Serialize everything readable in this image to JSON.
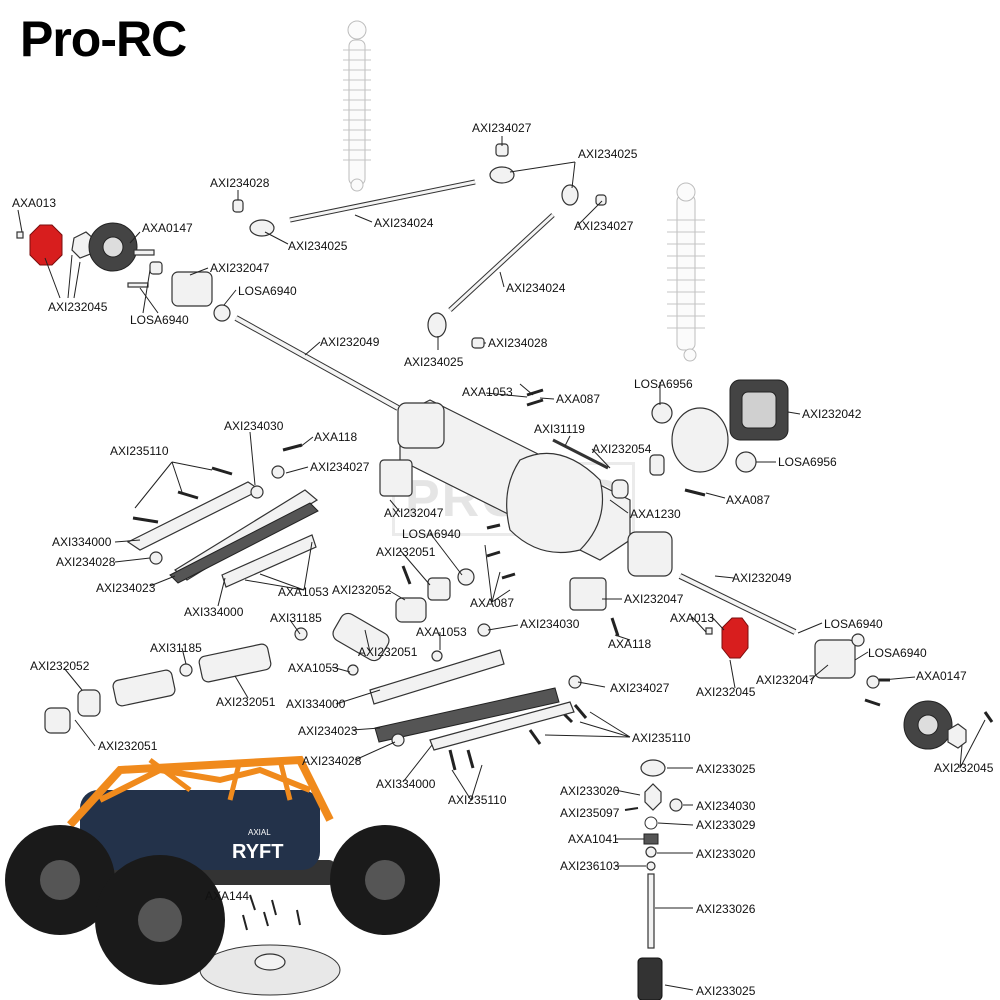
{
  "brand": "Pro-RC",
  "watermark": "PRO-RC",
  "colors": {
    "highlight": "#d81e1e",
    "ink": "#111111",
    "shock_ghost": "#c8c8c8",
    "cage_orange": "#f08a1c",
    "truck_body": "#23324a"
  },
  "labels": {
    "axi234027_top": "AXI234027",
    "axi234025_top": "AXI234025",
    "axi234028_top": "AXI234028",
    "axi234025_left": "AXI234025",
    "axi234024_top": "AXI234024",
    "axi234027_right": "AXI234027",
    "axi234024_mid": "AXI234024",
    "axi234025_mid": "AXI234025",
    "axi234028_mid": "AXI234028",
    "axa013_left": "AXA013",
    "axa0147_left": "AXA0147",
    "axi232047_left": "AXI232047",
    "losa6940_left_a": "LOSA6940",
    "axi232045_left": "AXI232045",
    "losa6940_left_b": "LOSA6940",
    "axi232049_left": "AXI232049",
    "axa1053_top": "AXA1053",
    "axa087_top": "AXA087",
    "losa6956_a": "LOSA6956",
    "axi232042": "AXI232042",
    "axi31119": "AXI31119",
    "axi232054": "AXI232054",
    "losa6956_b": "LOSA6956",
    "axa087_right": "AXA087",
    "axa1230": "AXA1230",
    "axi234030_left": "AXI234030",
    "axa118_left": "AXA118",
    "axi235110_left": "AXI235110",
    "axi234027_left": "AXI234027",
    "axi334000_a": "AXI334000",
    "axi234028_left": "AXI234028",
    "axi234023_left": "AXI234023",
    "axi334000_b": "AXI334000",
    "axa1053_left": "AXA1053",
    "axi232047_mid": "AXI232047",
    "losa6940_mid": "LOSA6940",
    "axi232051_top": "AXI232051",
    "axi232052_mid": "AXI232052",
    "axa087_mid": "AXA087",
    "axi232047_right": "AXI232047",
    "axa118_right": "AXA118",
    "axi232049_right": "AXI232049",
    "axa013_right": "AXA013",
    "losa6940_right_a": "LOSA6940",
    "losa6940_right_b": "LOSA6940",
    "axi232045_right": "AXI232045",
    "axi232047_lower": "AXI232047",
    "axa0147_right": "AXA0147",
    "axi232045_far": "AXI232045",
    "axi31185_a": "AXI31185",
    "axi232051_mid": "AXI232051",
    "axa1053_mid": "AXA1053",
    "axi234030_mid": "AXI234030",
    "axi31185_b": "AXI31185",
    "axi232052_left": "AXI232052",
    "axa1053_low": "AXA1053",
    "axi232051_low": "AXI232051",
    "axi334000_c": "AXI334000",
    "axi234027_low": "AXI234027",
    "axi234023_low": "AXI234023",
    "axi235110_mid": "AXI235110",
    "axi232051_left": "AXI232051",
    "axi234028_low": "AXI234028",
    "axi334000_d": "AXI334000",
    "axi235110_low": "AXI235110",
    "axi233025_a": "AXI233025",
    "axi233020_a": "AXI233020",
    "axi235097": "AXI235097",
    "axi234030_low": "AXI234030",
    "axi233029": "AXI233029",
    "axa1041": "AXA1041",
    "axi233020_b": "AXI233020",
    "axi236103": "AXI236103",
    "axi233026": "AXI233026",
    "axi233025_b": "AXI233025",
    "axa144": "AXA144"
  },
  "truck_decals": {
    "model": "RYFT",
    "maker": "AXIAL"
  }
}
